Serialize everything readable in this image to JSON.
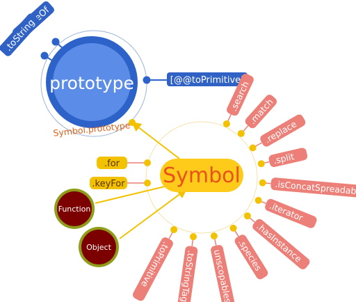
{
  "prototype": {
    "label": "prototype",
    "caption": "Symbol.prototype",
    "methods": [
      ".valueOf",
      ".toString"
    ],
    "well_known": "[@@toPrimitive]"
  },
  "symbol": {
    "label": "Symbol"
  },
  "static_methods": [
    ".for",
    ".keyFor"
  ],
  "constructors": [
    "Function",
    "Object"
  ],
  "well_known_symbols": [
    ".search",
    ".match",
    ".replace",
    ".split",
    ".isConcatSpreadable",
    ".iterator",
    ".hasInstance",
    ".species",
    "unscopables",
    ".toStringTag",
    ".toPrimitive"
  ],
  "colors": {
    "prototype_fill": "#5b8de8",
    "prototype_ring": "#2d62c8",
    "prototype_pill": "#2f62c4",
    "symbol_fill": "#ffcb1a",
    "symbol_text": "#e8521c",
    "symbol_pill": "#f2c200",
    "property_pill": "#ec7f78",
    "constructor_fill": "#7d0000",
    "constructor_ring": "#8f9d1b",
    "caption": "#e06018"
  }
}
